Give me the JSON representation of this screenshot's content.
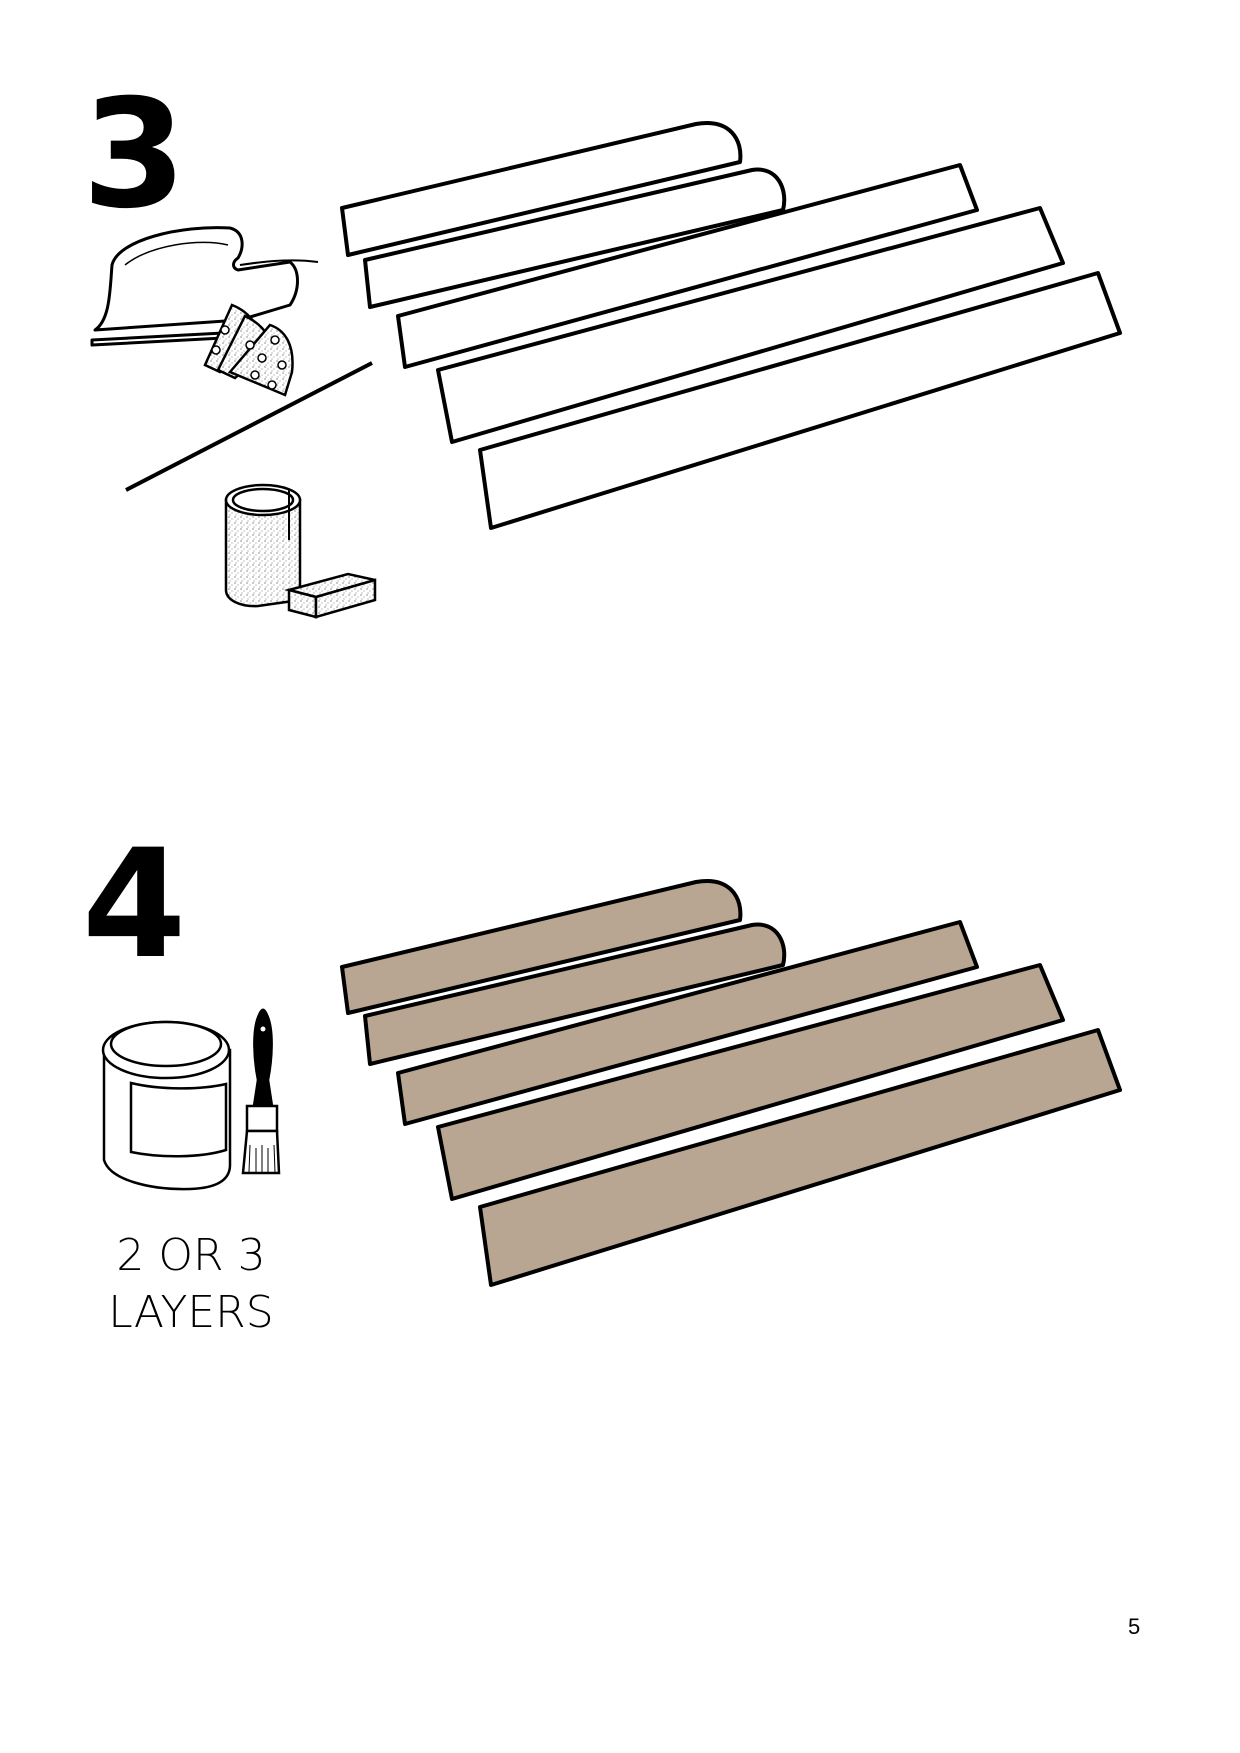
{
  "page": {
    "number": "5",
    "background": "#ffffff"
  },
  "steps": [
    {
      "number": "3",
      "tools": [
        "detail-sander-icon",
        "sandpaper-triangle-pads-icon",
        "sandpaper-roll-icon",
        "sanding-sponge-icon"
      ],
      "alternative_divider": "or",
      "parts": {
        "count": 5,
        "rounded_end_count": 2,
        "fill": "#ffffff",
        "stroke": "#000000"
      }
    },
    {
      "number": "4",
      "tools": [
        "paint-can-icon",
        "paint-brush-icon"
      ],
      "caption_line1": "2 OR 3",
      "caption_line2": "LAYERS",
      "parts": {
        "count": 5,
        "rounded_end_count": 2,
        "fill": "#b8a692",
        "stroke": "#000000"
      }
    }
  ]
}
